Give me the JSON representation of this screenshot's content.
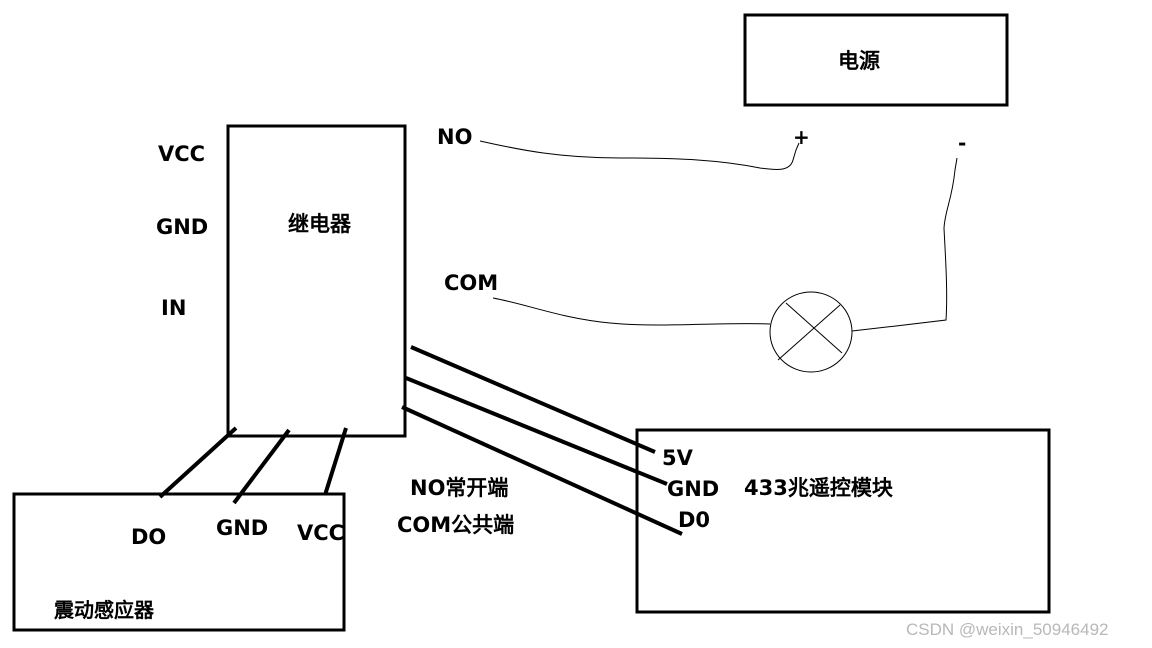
{
  "power_supply": {
    "label": "电源",
    "plus": "+",
    "minus": "-"
  },
  "relay": {
    "label": "继电器",
    "pins": {
      "vcc": "VCC",
      "gnd": "GND",
      "in": "IN"
    },
    "contacts": {
      "no": "NO",
      "com": "COM"
    }
  },
  "vibration_sensor": {
    "label": "震动感应器",
    "pins": {
      "do": "DO",
      "gnd": "GND",
      "vcc": "VCC"
    }
  },
  "remote_module": {
    "label": "433兆遥控模块",
    "pins": {
      "v5": "5V",
      "gnd": "GND",
      "d0": "D0"
    }
  },
  "notes": {
    "no_note": "NO常开端",
    "com_note": "COM公共端"
  },
  "watermark": "CSDN @weixin_50946492"
}
